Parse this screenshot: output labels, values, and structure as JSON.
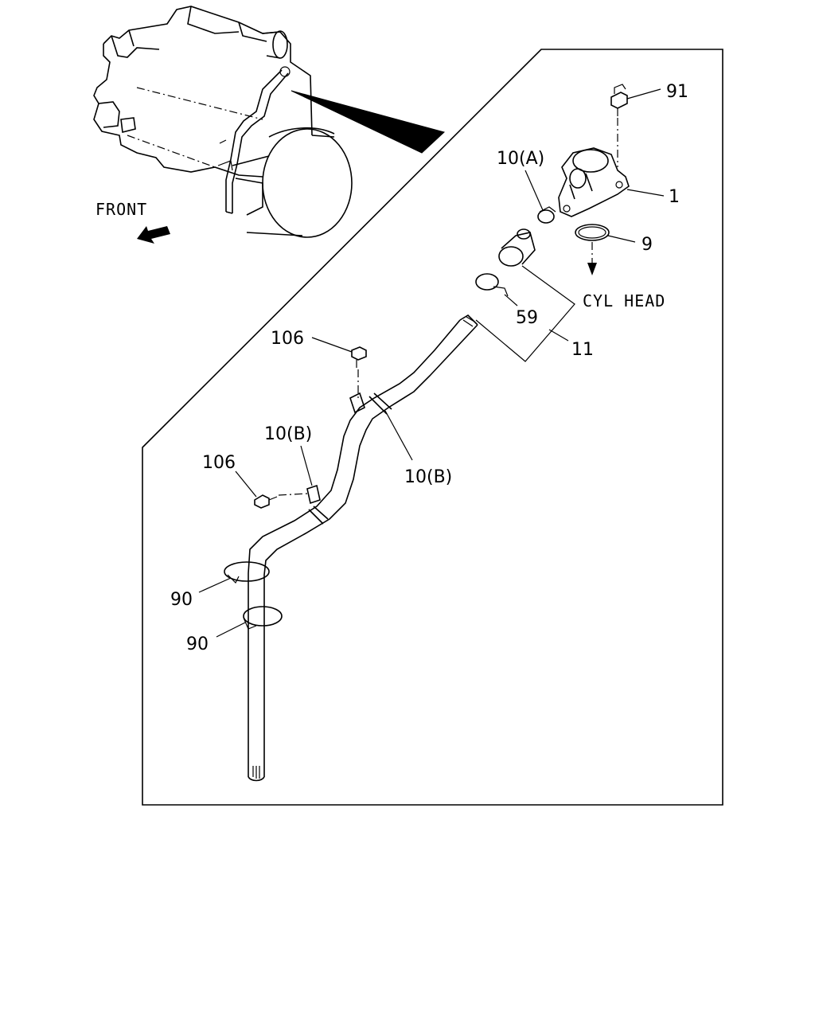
{
  "labels": {
    "front": "FRONT",
    "cyl_head": "CYL HEAD",
    "p91": "91",
    "p10a": "10(A)",
    "p1": "1",
    "p9": "9",
    "p59": "59",
    "p11": "11",
    "p106_top": "106",
    "p106_left": "106",
    "p10b_left": "10(B)",
    "p10b_right": "10(B)",
    "p90_top": "90",
    "p90_bottom": "90"
  }
}
